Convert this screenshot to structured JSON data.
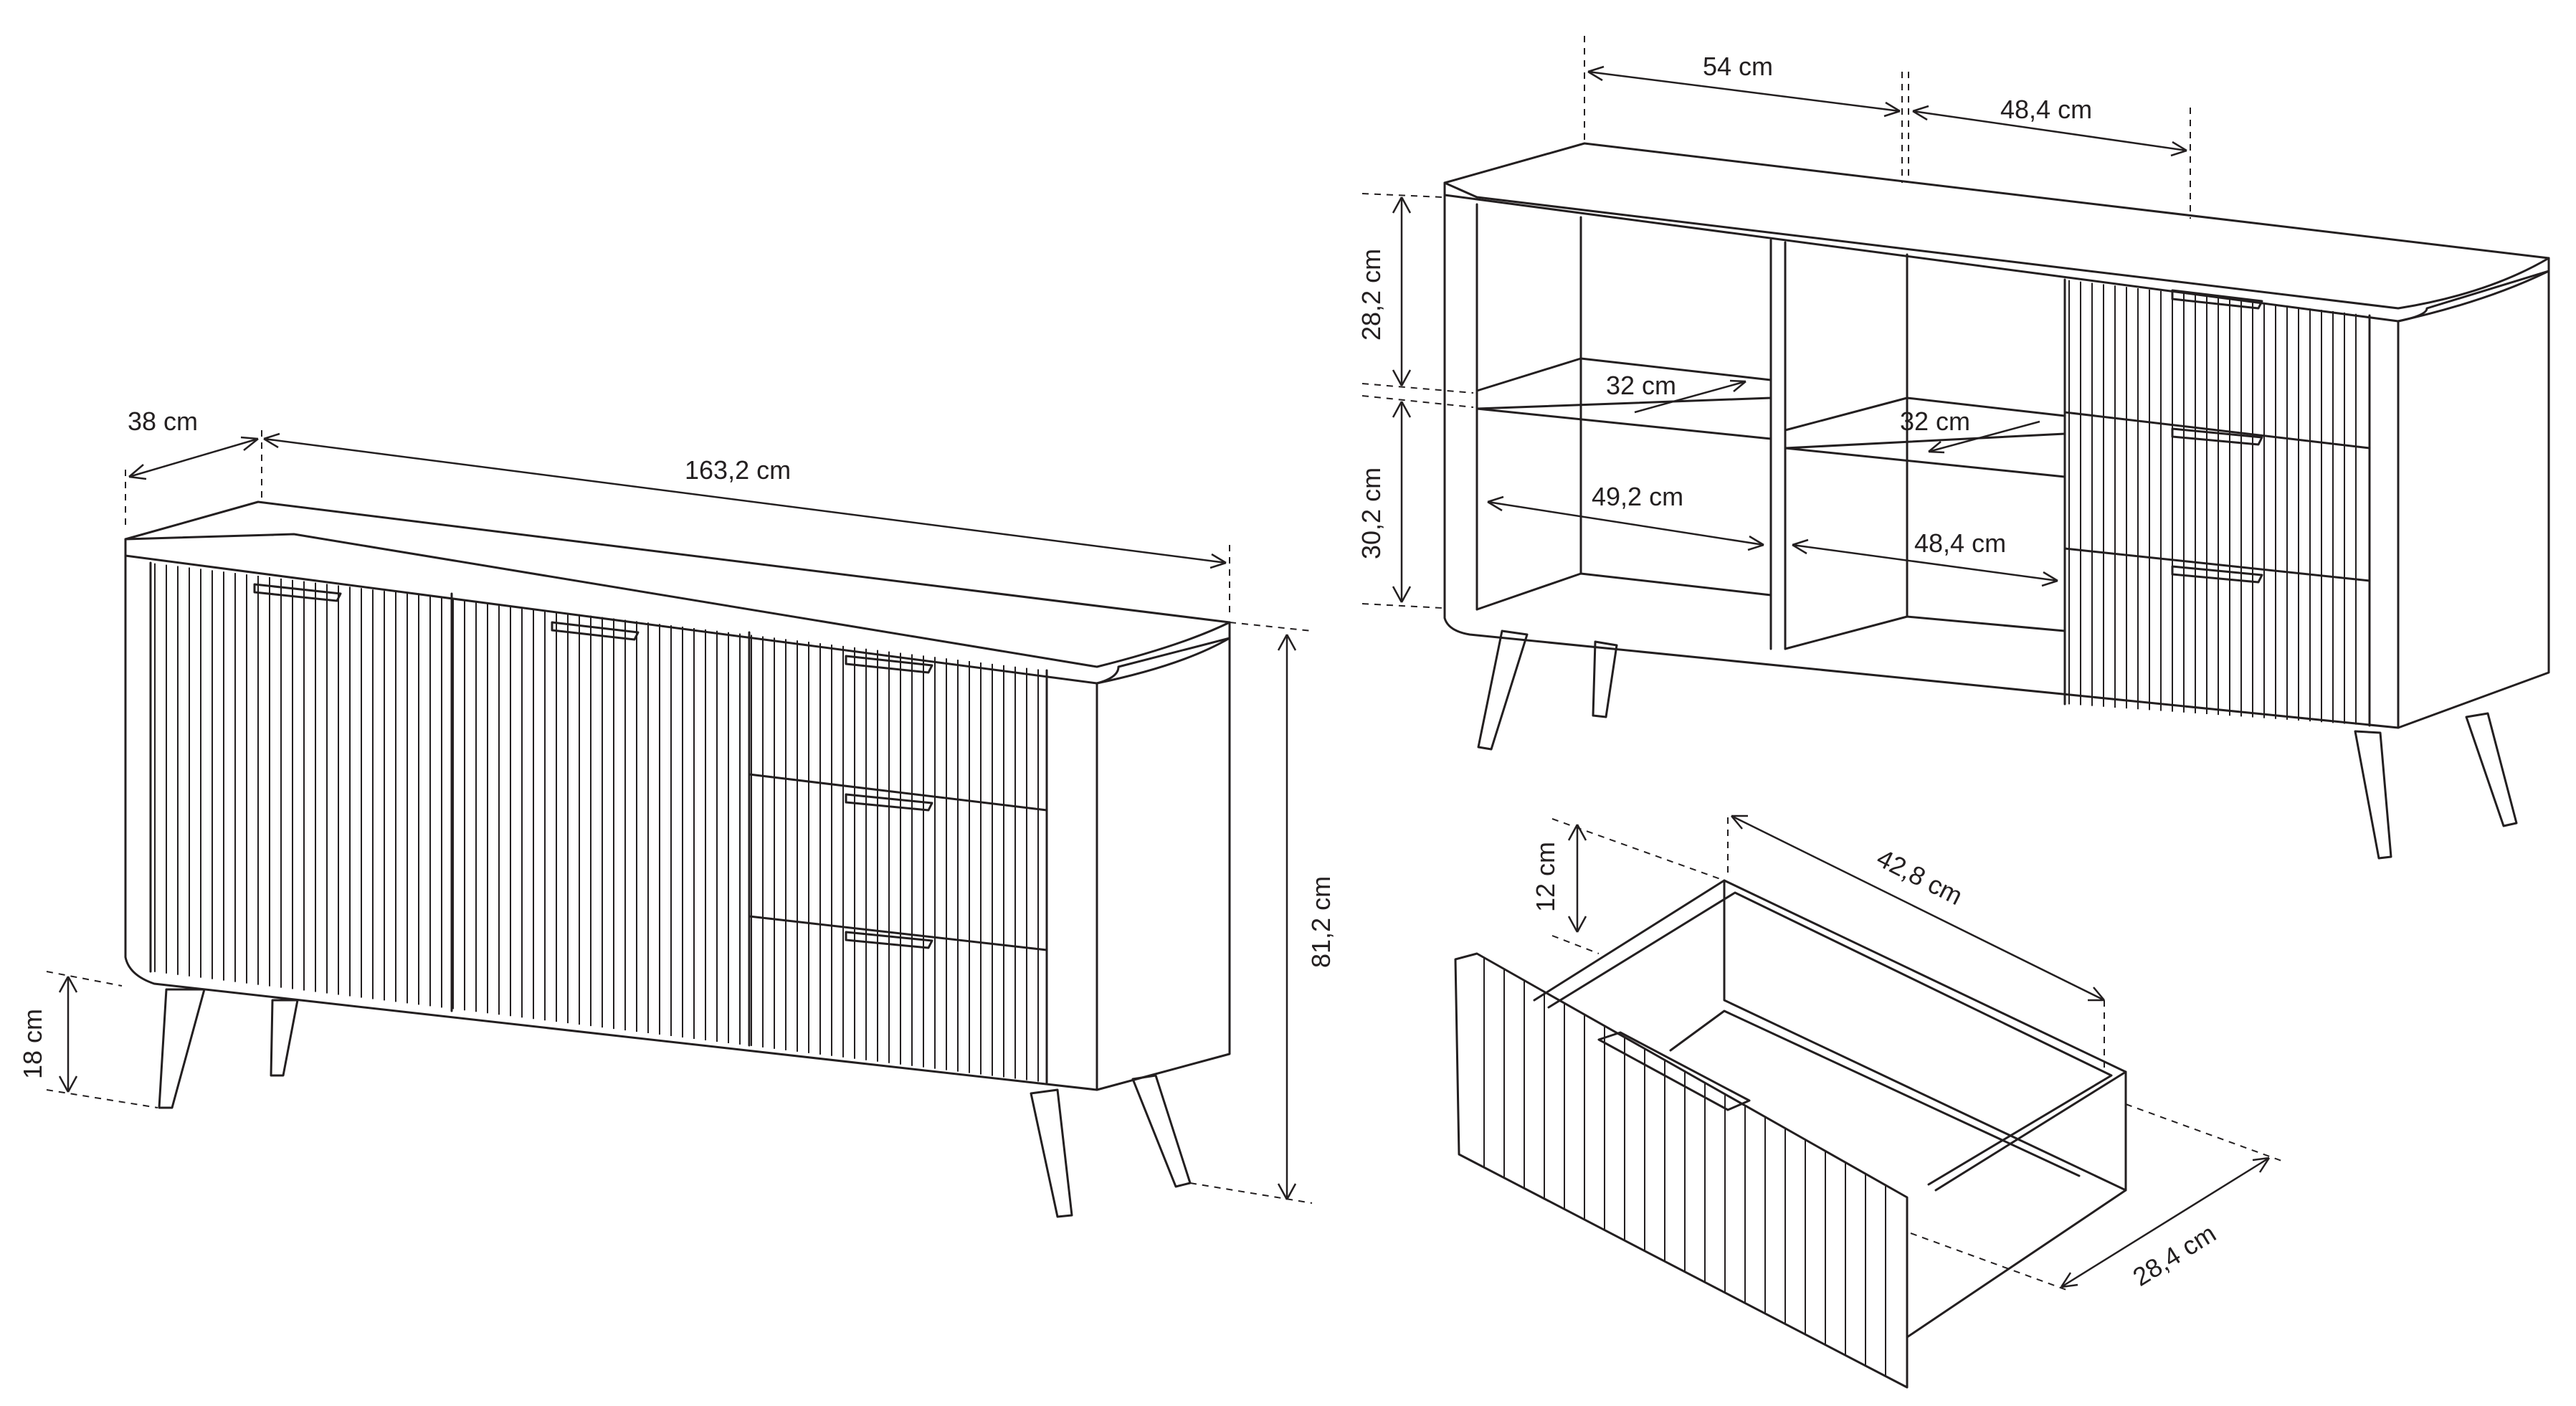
{
  "colors": {
    "line": "#231f20",
    "background": "#ffffff"
  },
  "sideboard": {
    "dims": {
      "depth": "38 cm",
      "width": "163,2 cm",
      "height": "81,2 cm",
      "leg_height": "18 cm"
    }
  },
  "interior": {
    "dims": {
      "left_section_width": "54 cm",
      "right_section_width": "48,4 cm",
      "upper_height": "28,2 cm",
      "lower_height": "30,2 cm",
      "left_shelf_depth": "32 cm",
      "right_shelf_depth": "32 cm",
      "left_inner_width": "49,2 cm",
      "right_inner_width": "48,4 cm"
    }
  },
  "drawer": {
    "dims": {
      "height": "12 cm",
      "depth": "42,8 cm",
      "width": "28,4 cm"
    }
  }
}
